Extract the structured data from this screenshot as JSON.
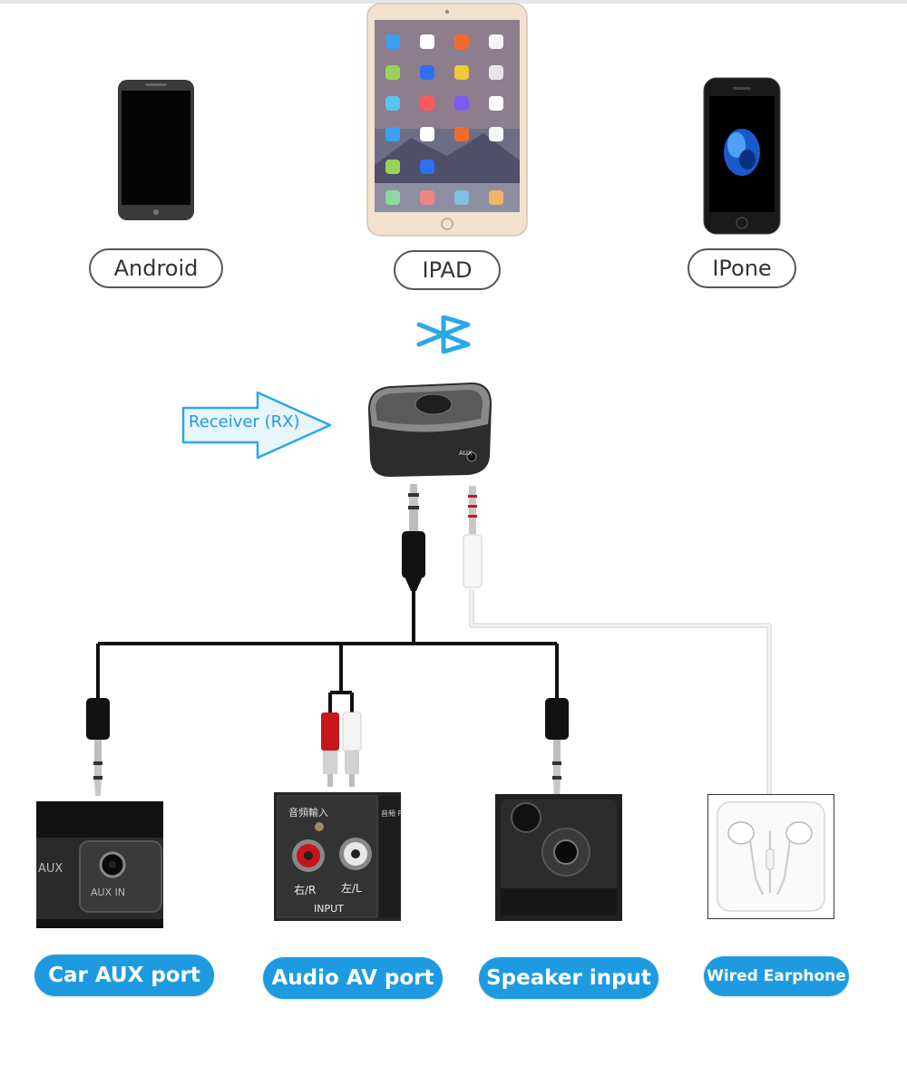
{
  "devices": {
    "android_label": "Android",
    "ipad_label": "IPAD",
    "iphone_label": "IPone"
  },
  "receiver": {
    "arrow_label": "Receiver (RX)",
    "aux_text": "AUX"
  },
  "outputs": {
    "car": {
      "label": "Car AUX port",
      "panel_aux": "AUX",
      "panel_aux_in": "AUX IN"
    },
    "av": {
      "label": "Audio AV port",
      "panel_top": "音頻輸入",
      "panel_pc": "音頻 PC",
      "right": "右/R",
      "left": "左/L",
      "input": "INPUT"
    },
    "speaker": {
      "label": "Speaker input"
    },
    "earphone": {
      "label": "Wired Earphone"
    }
  },
  "colors": {
    "accent": "#1e9be0",
    "bluetooth": "#29a9e6",
    "arrow_fill": "#e8f6fc",
    "cable_black": "#111111",
    "cable_white": "#e9e9e9",
    "rca_red": "#c8151b"
  },
  "icons": {
    "bluetooth": "bluetooth-icon",
    "arrow": "right-arrow-icon"
  }
}
